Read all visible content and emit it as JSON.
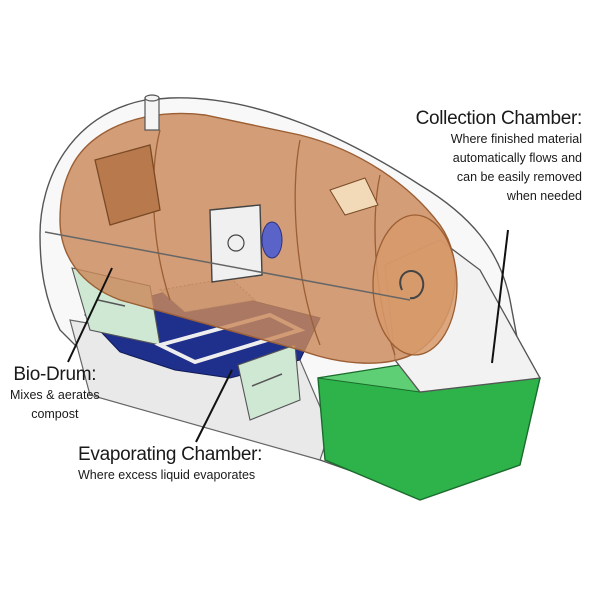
{
  "callouts": {
    "collection": {
      "title": "Collection Chamber:",
      "lines": [
        "Where finished material",
        "automatically flows and",
        "can be easily removed",
        "when needed"
      ]
    },
    "biodrum": {
      "title": "Bio-Drum:",
      "lines": [
        "Mixes & aerates",
        "compost"
      ]
    },
    "evaporating": {
      "title": "Evaporating Chamber:",
      "lines": [
        "Where excess liquid evaporates"
      ]
    }
  },
  "colors": {
    "drum": "#c9895a",
    "drum_dark": "#9c5e33",
    "collection": "#2db34a",
    "evaporating": "#1f2f8c",
    "drawer": "#cfe8d4",
    "outline": "#444444"
  }
}
